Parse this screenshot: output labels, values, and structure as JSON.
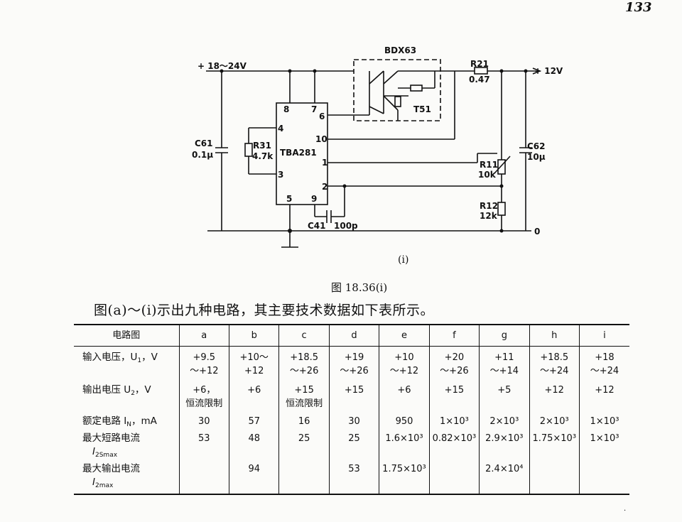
{
  "page_number": "133",
  "circuit": {
    "input_label": "+ 18～24V",
    "output_label": "+ 12V",
    "ground_label": "0",
    "transistor_name": "BDX63",
    "transistor_part": "T51",
    "ic_name": "TBA281",
    "pins": {
      "p1": "1",
      "p2": "2",
      "p3": "3",
      "p4": "4",
      "p5": "5",
      "p6": "6",
      "p7": "7",
      "p8": "8",
      "p9": "9",
      "p10": "10"
    },
    "c61_name": "C61",
    "c61_value": "0.1μ",
    "r31_name": "R31",
    "r31_value": "4.7k",
    "r21_name": "R21",
    "r21_value": "0.47",
    "c62_name": "C62",
    "c62_value": "10μ",
    "r11_name": "R11",
    "r11_value": "10k",
    "r12_name": "R12",
    "r12_value": "12k",
    "c41_name": "C41",
    "c41_value": "100p"
  },
  "sub_label": "(i)",
  "figure_caption": "图 18.36(i)",
  "intro": "图(a)～(i)示出九种电路，其主要技术数据如下表所示。",
  "table": {
    "corner": "电路图",
    "columns": [
      "a",
      "b",
      "c",
      "d",
      "e",
      "f",
      "g",
      "h",
      "i"
    ],
    "rows": [
      {
        "label": "输入电压，U",
        "sub": "1",
        "unit": "，V",
        "cells": [
          "+9.5\n～+12",
          "+10～\n+12",
          "+18.5\n～+26",
          "+19\n～+26",
          "+10\n～+12",
          "+20\n～+26",
          "+11\n～+14",
          "+18.5\n～+24",
          "+18\n～+24"
        ]
      },
      {
        "label": "输出电压 U",
        "sub": "2",
        "unit": "，V",
        "cells": [
          "+6，\n恒流限制",
          "+6",
          "+15\n恒流限制",
          "+15",
          "+6",
          "+15",
          "+5",
          "+12",
          "+12"
        ]
      },
      {
        "label": "额定电路 I",
        "sub": "N",
        "unit": "，mA",
        "cells": [
          "30",
          "57",
          "16",
          "30",
          "950",
          "1×10³",
          "2×10³",
          "2×10³",
          "1×10³"
        ]
      },
      {
        "label": "最大短路电流",
        "label2": "I",
        "sub": "2Smax",
        "unit": "",
        "cells": [
          "53",
          "48",
          "25",
          "25",
          "1.6×10³",
          "0.82×10³",
          "2.9×10³",
          "1.75×10³",
          "1×10³"
        ]
      },
      {
        "label": "最大输出电流",
        "label2": "I",
        "sub": "2max",
        "unit": "",
        "cells": [
          "",
          "94",
          "",
          "53",
          "1.75×10³",
          "",
          "2.4×10⁴",
          "",
          ""
        ]
      }
    ]
  }
}
